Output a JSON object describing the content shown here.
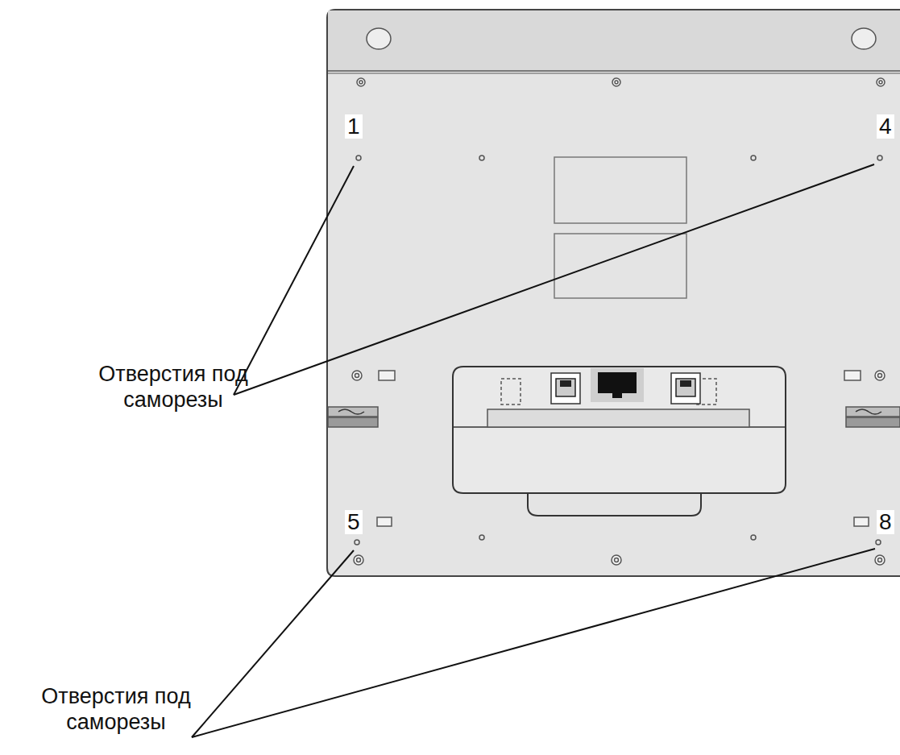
{
  "diagram": {
    "labels": [
      "1",
      "4",
      "Отверстия под саморезы",
      "5",
      "8",
      "Отверстия под саморезы"
    ]
  }
}
